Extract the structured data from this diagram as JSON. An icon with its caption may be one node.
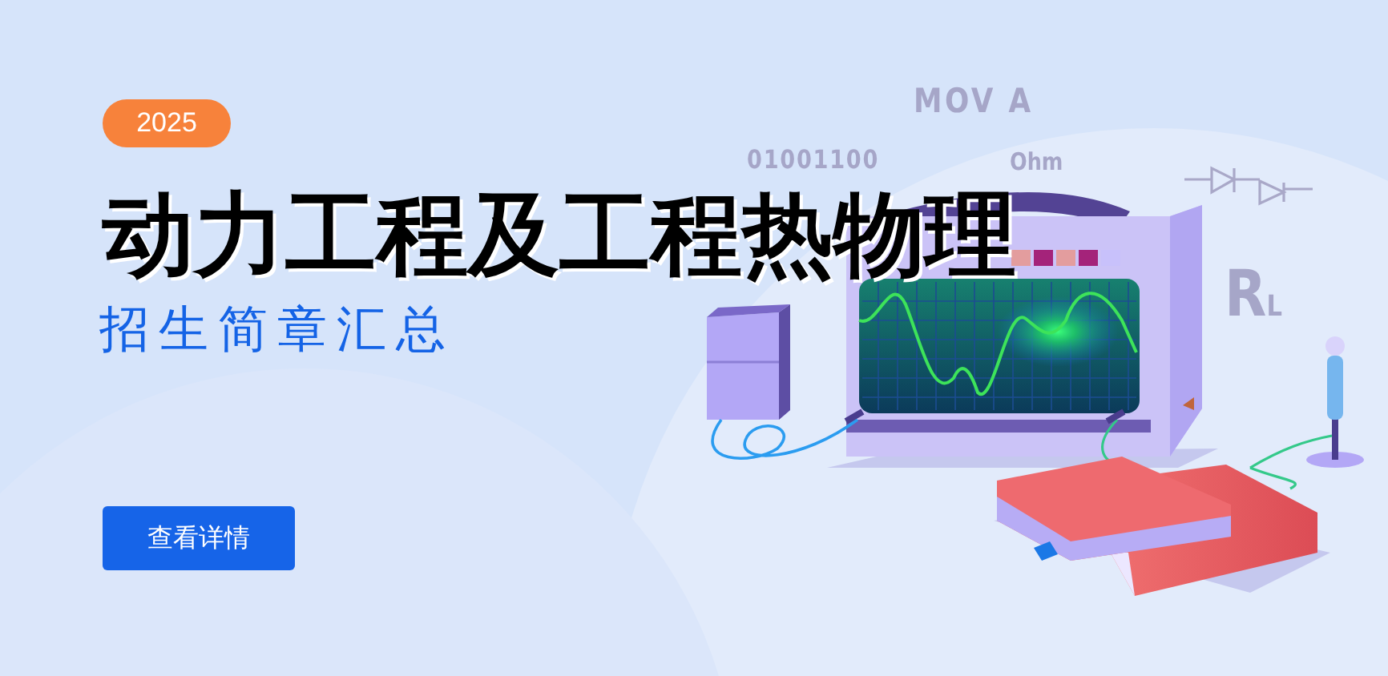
{
  "diagram": {
    "title": "动力工程及工程热物理",
    "nodes": [
      {
        "text": [
          "2025"
        ]
      },
      {
        "text": [
          "查看详情"
        ]
      }
    ],
    "labels": [
      "MOV A",
      "01001100",
      "Ohm",
      "R$_{L}$",
      "招生简章汇总"
    ]
  }
}
